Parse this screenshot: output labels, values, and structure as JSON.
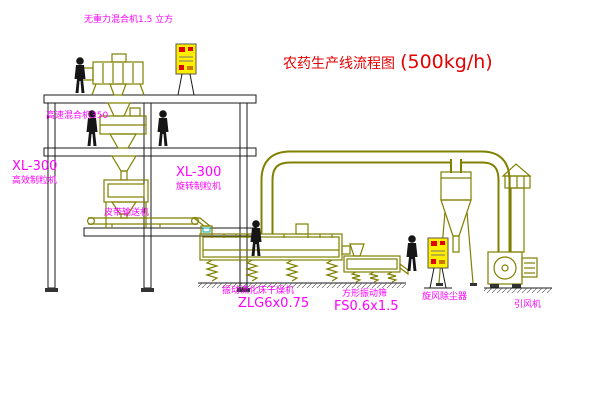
{
  "title": {
    "part1": "农药生产线流程图",
    "part2": "(500kg/h)"
  },
  "equipment_labels": {
    "gravity_mixer": "无重力混合机1.5 立方",
    "high_speed_mixer": "高速混合机350",
    "granulator_left": {
      "model": "XL-300",
      "name": "高效制粒机"
    },
    "granulator_mid": {
      "model": "XL-300",
      "name": "旋转制粒机"
    },
    "belt_conveyor": "皮带输送机",
    "dryer": {
      "name": "振动流化床干燥机",
      "model": "ZLG6x0.75"
    },
    "sieve": {
      "name": "方形振动筛",
      "model": "FS0.6x1.5"
    },
    "cyclone": "旋风除尘器",
    "fan": "引风机"
  },
  "colors": {
    "label_magenta": "#FF00FF",
    "title_red": "#E60000",
    "equipment_olive": "#808000",
    "panel_yellow": "#FFEE00",
    "button_red": "#E00000",
    "structure_black": "#1A1A1A",
    "background": "#FFFFFF"
  }
}
